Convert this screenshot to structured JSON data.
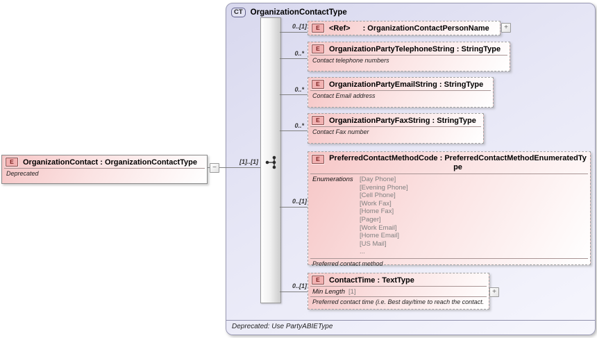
{
  "badges": {
    "element": "E",
    "complex_type": "CT",
    "expand": "+",
    "collapse": "−"
  },
  "complex_type": {
    "name": "OrganizationContactType",
    "footer": "Deprecated: Use PartyABIEType",
    "cardinality": "[1]..[1]"
  },
  "source_element": {
    "title": "OrganizationContact : OrganizationContactType",
    "annotation": "Deprecated"
  },
  "elements": [
    {
      "cardinality": "0..[1]",
      "name": "<Ref>",
      "type": ": OrganizationContactPersonName"
    },
    {
      "cardinality": "0..*",
      "title": "OrganizationPartyTelephoneString : StringType",
      "annotation": "Contact telephone numbers"
    },
    {
      "cardinality": "0..*",
      "title": "OrganizationPartyEmailString : StringType",
      "annotation": "Contact Email address"
    },
    {
      "cardinality": "0..*",
      "title": "OrganizationPartyFaxString : StringType",
      "annotation": "Contact Fax number"
    },
    {
      "cardinality": "0..[1]",
      "title": "PreferredContactMethodCode : PreferredContactMethodEnumeratedType",
      "enum_label": "Enumerations",
      "enums": [
        "[Day Phone]",
        "[Evening Phone]",
        "[Cell Phone]",
        "[Work Fax]",
        "[Home Fax]",
        "[Pager]",
        "[Work Email]",
        "[Home Email]",
        "[US Mail]",
        "..."
      ],
      "annotation": "Preferred contact method"
    },
    {
      "cardinality": "0..[1]",
      "title": "ContactTime : TextType",
      "facet_label": "Min Length",
      "facet_value": "[1]",
      "annotation": "Preferred contact time (i.e. Best day/time to reach the contact."
    }
  ]
}
